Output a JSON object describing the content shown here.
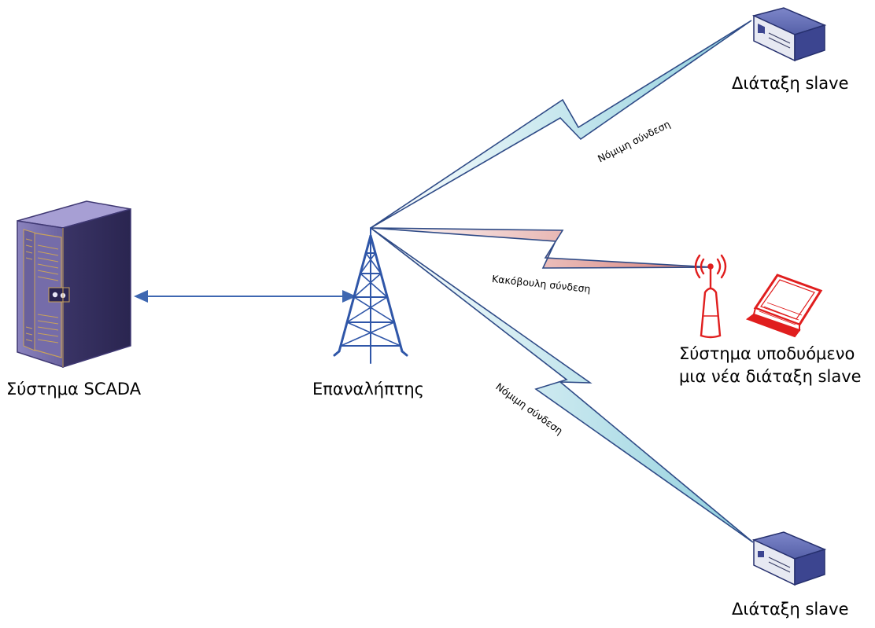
{
  "nodes": {
    "scada": {
      "label": "Σύστημα SCADA",
      "icon": "server-rack-icon"
    },
    "repeater": {
      "label": "Επαναλήπτης",
      "icon": "radio-tower-icon"
    },
    "slave_top": {
      "label": "Διάταξη slave",
      "icon": "slave-device-icon"
    },
    "slave_bottom": {
      "label": "Διάταξη slave",
      "icon": "slave-device-icon"
    },
    "attacker": {
      "label_line1": "Σύστημα υποδυόμενο",
      "label_line2": "μια νέα διάταξη slave",
      "icons": [
        "wireless-antenna-icon",
        "laptop-icon"
      ]
    }
  },
  "links": {
    "top": {
      "label": "Νόμιμη σύνδεση",
      "type": "legitimate"
    },
    "middle": {
      "label": "Κακόβουλη σύνδεση",
      "type": "malicious"
    },
    "bottom": {
      "label": "Νόμιμη σύνδεση",
      "type": "legitimate"
    }
  },
  "colors": {
    "legitimate_link": "#9ED3DF",
    "malicious_link": "#D98A84",
    "link_outline": "#2E4A86",
    "attacker_red": "#E01E1E",
    "tower_blue": "#2F56A8",
    "arrow_blue": "#3E67B1",
    "server_purple": "#6A5F9E"
  }
}
